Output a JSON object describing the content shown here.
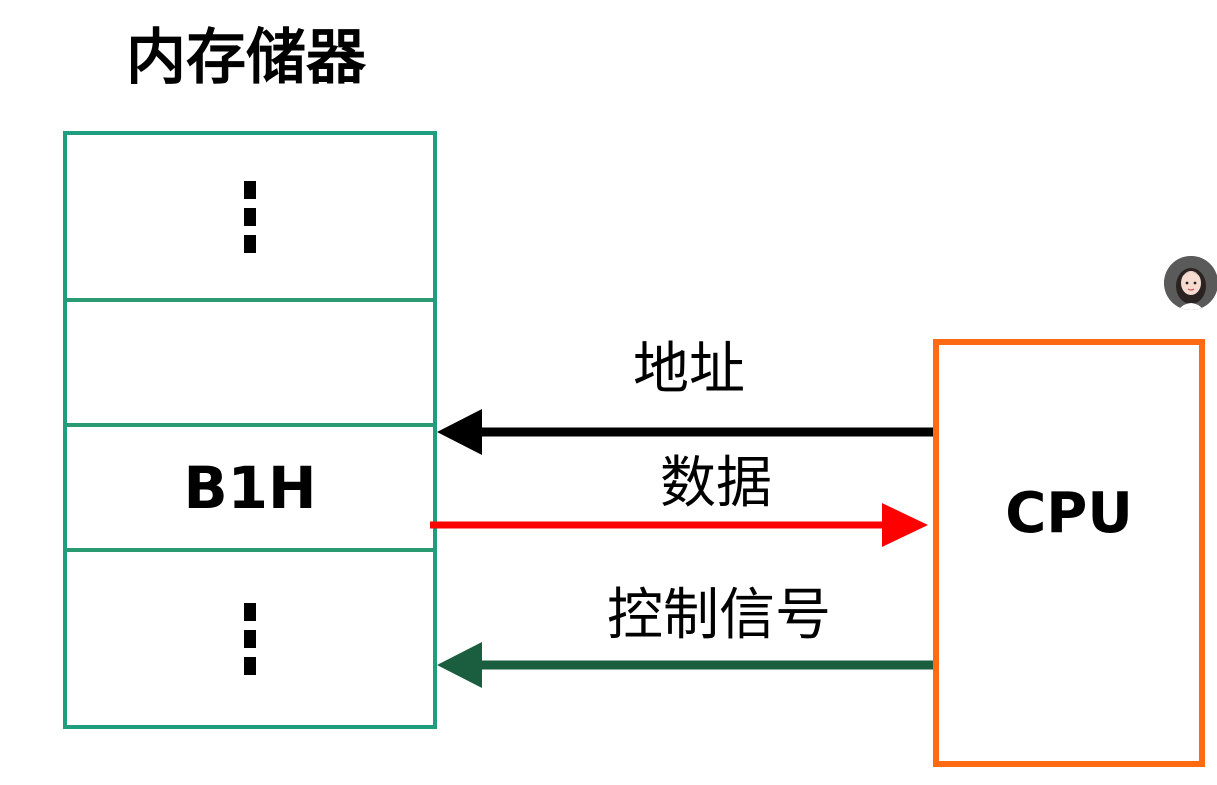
{
  "title": "内存储器",
  "memory": {
    "cells": [
      "⋮",
      "",
      "B1H",
      "⋮"
    ]
  },
  "cpu": {
    "label": "CPU"
  },
  "signals": [
    {
      "label": "地址",
      "direction": "cpu-to-memory",
      "color": "#000000"
    },
    {
      "label": "数据",
      "direction": "memory-to-cpu",
      "color": "#ff0000"
    },
    {
      "label": "控制信号",
      "direction": "cpu-to-memory",
      "color": "#1b5e3f"
    }
  ],
  "colors": {
    "memory_border": "#1e9e7e",
    "cpu_border": "#ff6a12"
  }
}
